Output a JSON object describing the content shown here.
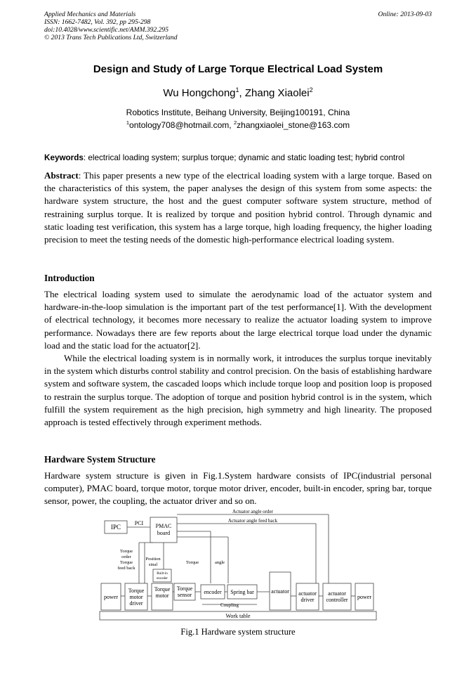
{
  "header": {
    "journal": "Applied Mechanics and Materials",
    "issn": "ISSN: 1662-7482, Vol. 392, pp 295-298",
    "doi": "doi:10.4028/www.scientific.net/AMM.392.295",
    "copyright": "© 2013 Trans Tech Publications Ltd, Switzerland",
    "online": "Online: 2013-09-03"
  },
  "paper": {
    "title": "Design and Study of Large Torque Electrical Load System",
    "authors": {
      "a1": "Wu Hongchong",
      "sup1": "1",
      "sep": ", ",
      "a2": "Zhang Xiaolei",
      "sup2": "2"
    },
    "affiliation": "Robotics Institute, Beihang University, Beijing100191, China",
    "emails": {
      "sup1": "1",
      "e1": "ontology708@hotmail.com, ",
      "sup2": "2",
      "e2": "zhangxiaolei_stone@163.com"
    }
  },
  "keywords": {
    "label": "Keywords",
    "text": ": electrical loading system; surplus torque; dynamic and static loading test; hybrid control"
  },
  "abstract": {
    "label": "Abstract",
    "text": ": This paper presents a new type of the electrical loading system with a large torque. Based on the characteristics of this system, the paper analyses the design of this system from some aspects: the hardware system structure, the host and the guest computer software system structure, method of restraining surplus torque. It is realized by torque and position hybrid control. Through dynamic and static loading test verification, this system has a large torque, high loading frequency, the higher loading precision to meet the testing needs of the domestic high-performance electrical loading system."
  },
  "introduction": {
    "heading": "Introduction",
    "p1": "The electrical loading system used to simulate the aerodynamic load of the actuator system and hardware-in-the-loop simulation is the important part of the test performance[1]. With the development of electrical technology, it becomes more necessary to realize the actuator loading system to improve performance. Nowadays there are few reports about the large electrical torque load under the dynamic load and the static load for the actuator[2].",
    "p2": "While the electrical loading system is in normally work, it introduces the surplus torque inevitably in the system which disturbs control stability and control precision. On the basis of establishing hardware system and software system, the cascaded loops which include torque loop and position loop is proposed to restrain the surplus torque. The adoption of torque and position hybrid control is in the system, which fulfill the system requirement as the high precision, high symmetry and high linearity. The proposed approach is tested effectively through experiment methods."
  },
  "hardware": {
    "heading": "Hardware System Structure",
    "p1": "Hardware system structure is given in Fig.1.System hardware consists of IPC(industrial personal computer), PMAC board, torque motor, torque motor driver, encoder, built-in encoder, spring bar, torque sensor, power, the coupling, the actuator driver and so on."
  },
  "figure": {
    "caption": "Fig.1 Hardware system structure",
    "labels": {
      "ipc": "IPC",
      "pci": "PCI",
      "pmac1": "PMAC",
      "pmac2": "board",
      "actuator_order": "Actuator angle order",
      "actuator_feedback": "Actuator angle feed back",
      "torque_order_1": "Torque",
      "torque_order_2": "order",
      "torque_order_3": "Torque",
      "torque_order_4": "feed back",
      "position_1": "Position",
      "position_2": "sinal",
      "torque": "Torque",
      "angle": "angle",
      "builtin_1": "Built-in",
      "builtin_2": "encoder",
      "power_left": "power",
      "tmd_1": "Torque",
      "tmd_2": "motor",
      "tmd_3": "driver",
      "tm_1": "Torque",
      "tm_2": "motor",
      "ts_1": "Torque",
      "ts_2": "sensor",
      "encoder": "encoder",
      "spring": "Spring bar",
      "coupling": "Coupling",
      "actuator": "actuator",
      "ad_1": "actuator",
      "ad_2": "driver",
      "ac_1": "actuator",
      "ac_2": "controller",
      "power_right": "power",
      "work_table": "Work table"
    }
  }
}
